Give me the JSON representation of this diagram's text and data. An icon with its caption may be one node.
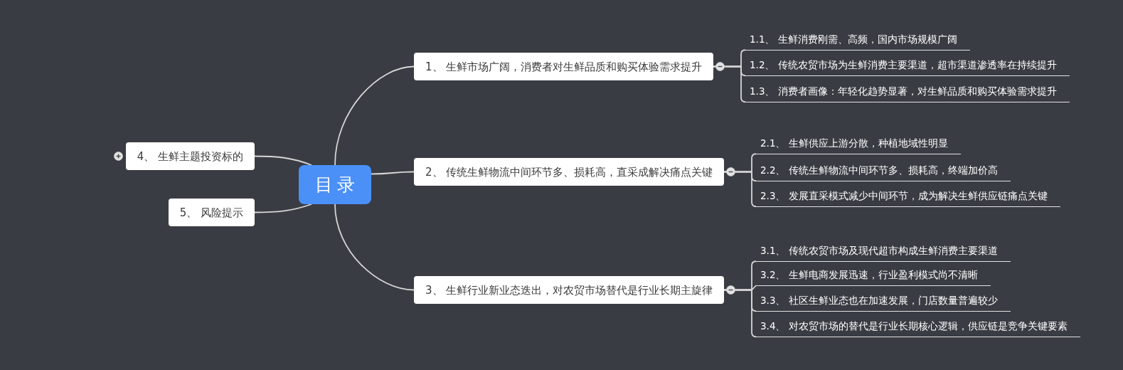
{
  "diagram": {
    "nodes": [
      {
        "text": [
          "目录"
        ]
      },
      {
        "text": [
          "1、 生鲜市场广阔，消费者对生鲜品质和购买体验需求提升"
        ]
      },
      {
        "text": [
          "1.1、 生鲜消费刚需、高频，国内市场规模广阔"
        ]
      },
      {
        "text": [
          "1.2、 传统农贸市场为生鲜消费主要渠道，超市渠道渗透率在持续提升"
        ]
      },
      {
        "text": [
          "1.3、 消费者画像：年轻化趋势显著，对生鲜品质和购买体验需求提升"
        ]
      },
      {
        "text": [
          "2、 传统生鲜物流中间环节多、损耗高，直采成解决痛点关键"
        ]
      },
      {
        "text": [
          "2.1、 生鲜供应上游分散，种植地域性明显"
        ]
      },
      {
        "text": [
          "2.2、 传统生鲜物流中间环节多、损耗高，终端加价高"
        ]
      },
      {
        "text": [
          "2.3、 发展直采模式减少中间环节，成为解决生鲜供应链痛点关键"
        ]
      },
      {
        "text": [
          "3、 生鲜行业新业态迭出，对农贸市场替代是行业长期主旋律"
        ]
      },
      {
        "text": [
          "3.1、 传统农贸市场及现代超市构成生鲜消费主要渠道"
        ]
      },
      {
        "text": [
          "3.2、 生鲜电商发展迅速，行业盈利模式尚不清晰"
        ]
      },
      {
        "text": [
          "3.3、 社区生鲜业态也在加速发展，门店数量普遍较少"
        ]
      },
      {
        "text": [
          "3.4、 对农贸市场的替代是行业长期核心逻辑，供应链是竞争关键要素"
        ]
      },
      {
        "text": [
          "4、 生鲜主题投资标的"
        ]
      },
      {
        "text": [
          "5、 风险提示"
        ]
      }
    ],
    "edges": [
      {
        "from": 0,
        "to": 1,
        "arrow": "none"
      },
      {
        "from": 1,
        "to": 2,
        "arrow": "none"
      },
      {
        "from": 1,
        "to": 3,
        "arrow": "none"
      },
      {
        "from": 1,
        "to": 4,
        "arrow": "none"
      },
      {
        "from": 0,
        "to": 5,
        "arrow": "none"
      },
      {
        "from": 5,
        "to": 6,
        "arrow": "none"
      },
      {
        "from": 5,
        "to": 7,
        "arrow": "none"
      },
      {
        "from": 5,
        "to": 8,
        "arrow": "none"
      },
      {
        "from": 0,
        "to": 9,
        "arrow": "none"
      },
      {
        "from": 9,
        "to": 10,
        "arrow": "none"
      },
      {
        "from": 9,
        "to": 11,
        "arrow": "none"
      },
      {
        "from": 9,
        "to": 12,
        "arrow": "none"
      },
      {
        "from": 9,
        "to": 13,
        "arrow": "none"
      },
      {
        "from": 0,
        "to": 14,
        "arrow": "none"
      },
      {
        "from": 0,
        "to": 15,
        "arrow": "none"
      }
    ]
  }
}
